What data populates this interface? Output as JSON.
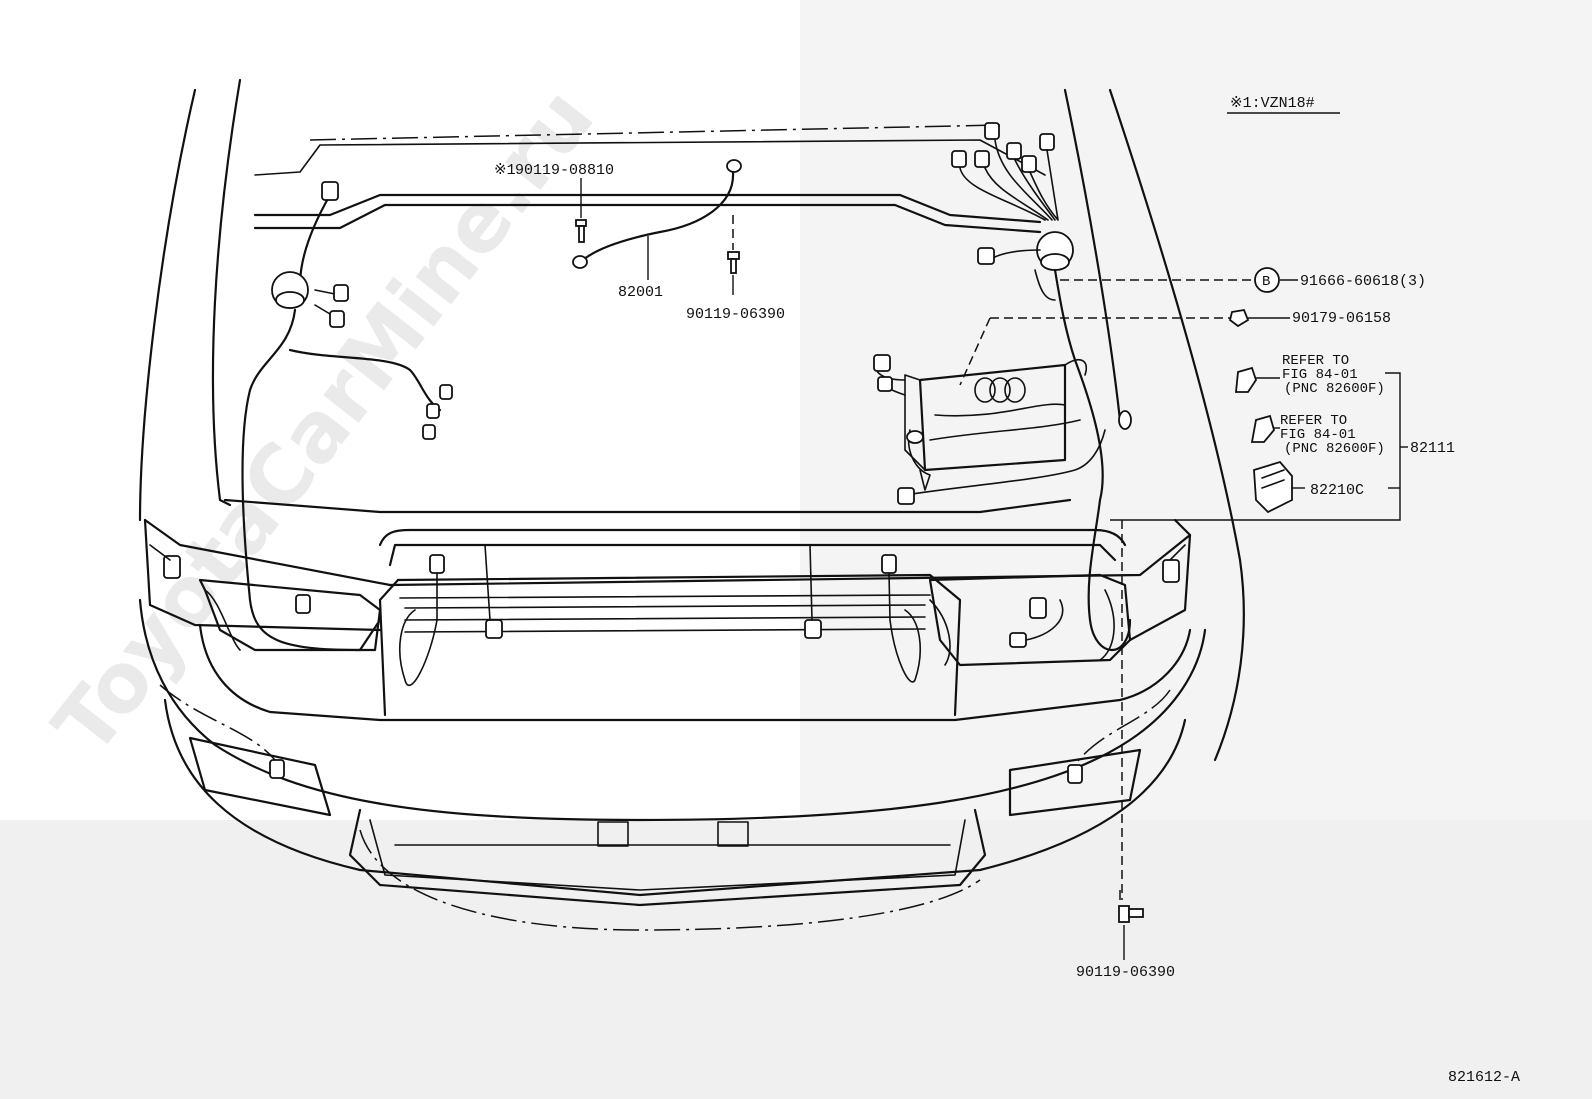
{
  "watermark": "ToyotaCarMine.ru",
  "note": "※1:VZN18#",
  "figure_code": "821612-A",
  "labels": {
    "bolt_note_prefix": "※1",
    "bolt_note_part": "90119-08810",
    "wire_82001": "82001",
    "bolt_upper": "90119-06390",
    "bolt_lower": "90119-06390",
    "callout_b": "B",
    "part_91666": "91666-60618(3)",
    "part_90179": "90179-06158",
    "refer1_line1": "REFER TO",
    "refer1_line2": "FIG 84-01",
    "refer1_line3": "(PNC 82600F)",
    "refer2_line1": "REFER TO",
    "refer2_line2": "FIG 84-01",
    "refer2_line3": "(PNC 82600F)",
    "part_82111": "82111",
    "part_82210c": "82210C"
  },
  "colors": {
    "ink": "#111111",
    "watermark": "#d9d9d9",
    "background": "#ffffff"
  }
}
